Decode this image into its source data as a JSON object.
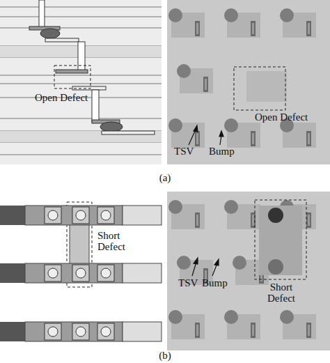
{
  "diagram": {
    "labels": [
      "Open Defect",
      "Open Defect",
      "TSV",
      "Bump",
      "(a)",
      "Short Defect",
      "TSV",
      "Bump",
      "Short Defect",
      "(b)"
    ]
  }
}
